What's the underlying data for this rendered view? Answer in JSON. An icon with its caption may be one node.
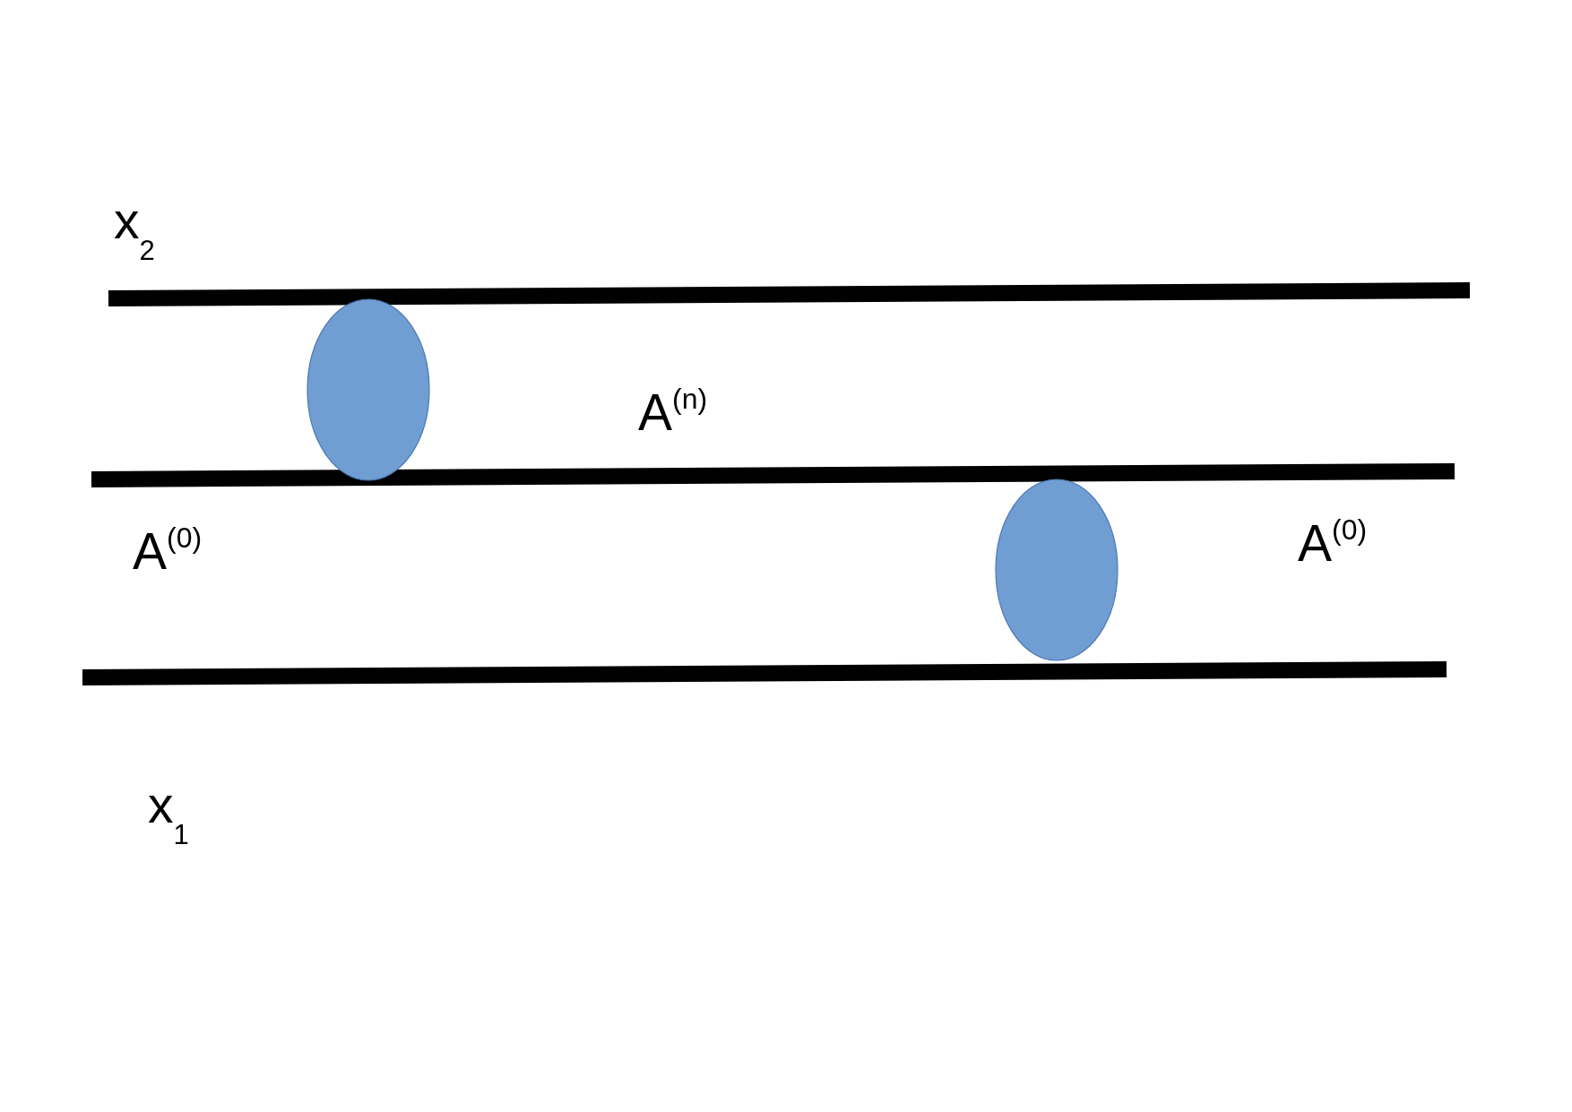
{
  "diagram": {
    "labels": [
      "x$_{2}$",
      "A$^{(n)}$",
      "A$^{(0)}$",
      "A$^{(0)}$",
      "x$_{1}$"
    ]
  }
}
